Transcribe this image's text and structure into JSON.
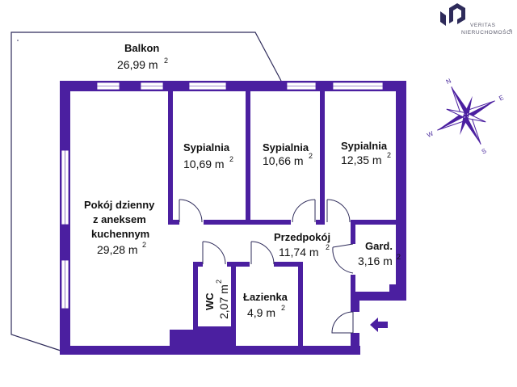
{
  "brand": {
    "line1": "VERITAS",
    "line2": "NIERUCHOMOŚCI",
    "registered": "®",
    "colors": {
      "primary": "#2e2b5a",
      "accent": "#4b1fa0"
    }
  },
  "colors": {
    "wall": "#4b1fa0",
    "outline": "#2e2b5a",
    "window": "#ffffff"
  },
  "compass": {
    "n": "N",
    "w": "W",
    "s": "S",
    "e": "E"
  },
  "rooms": {
    "balkon": {
      "name": "Balkon",
      "area": "26,99 m",
      "unit_sup": "2"
    },
    "pokoj": {
      "name_line1": "Pokój dzienny",
      "name_line2": "z aneksem",
      "name_line3": "kuchennym",
      "area": "29,28 m",
      "unit_sup": "2"
    },
    "sypialnia1": {
      "name": "Sypialnia",
      "area": "10,69 m",
      "unit_sup": "2"
    },
    "sypialnia2": {
      "name": "Sypialnia",
      "area": "10,66 m",
      "unit_sup": "2"
    },
    "sypialnia3": {
      "name": "Sypialnia",
      "area": "12,35 m",
      "unit_sup": "2"
    },
    "przedpokoj": {
      "name": "Przedpokój",
      "area": "11,74 m",
      "unit_sup": "2"
    },
    "garderoba": {
      "name": "Gard.",
      "area": "3,16 m",
      "unit_sup": "2"
    },
    "wc": {
      "name": "WC",
      "area": "2,07 m",
      "unit_sup": "2"
    },
    "lazienka": {
      "name": "Łazienka",
      "area": "4,9 m",
      "unit_sup": "2"
    }
  }
}
